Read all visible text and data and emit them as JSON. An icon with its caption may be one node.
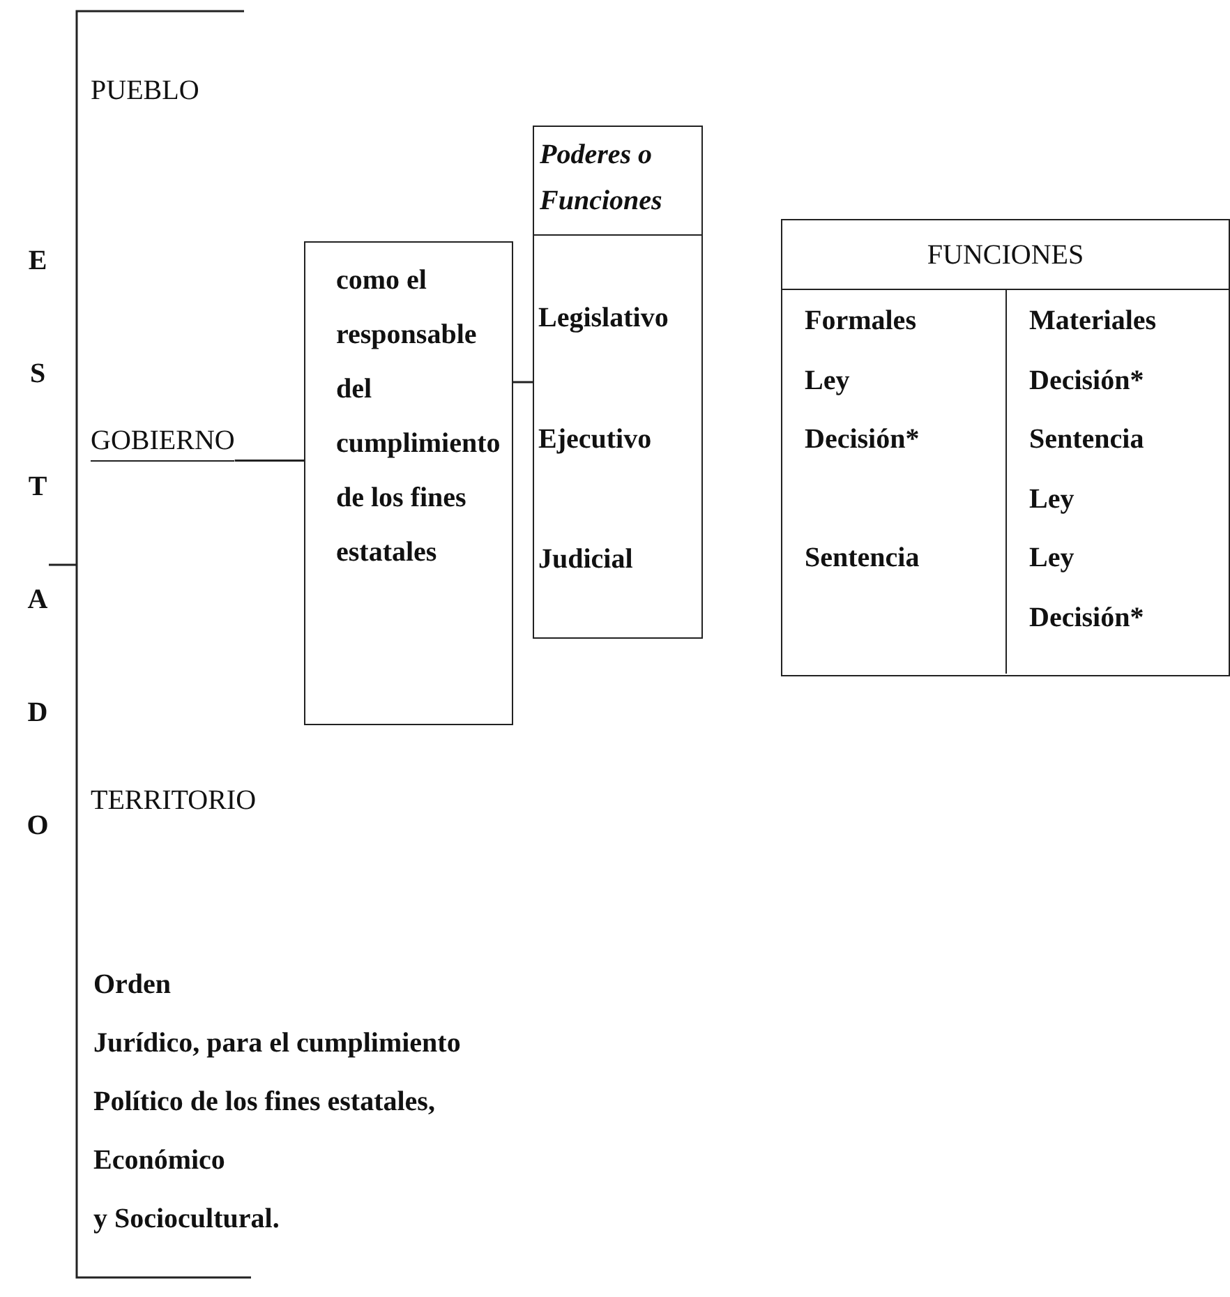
{
  "diagram": {
    "nodes": [
      {
        "text": [
          "GOBIERNO"
        ]
      },
      {
        "text": [
          "como el responsable del cumplimiento de los fines estatales"
        ]
      },
      {
        "text": [
          "Poderes o Funciones",
          "Legislativo",
          "Ejecutivo",
          "Judicial"
        ]
      },
      {
        "text": [
          "FUNCIONES"
        ]
      },
      {
        "text": [
          "Formales",
          "Ley",
          "Decisión*",
          "Sentencia"
        ],
        "in": 3
      },
      {
        "text": [
          "Materiales",
          "Decisión*",
          "Sentencia",
          "Ley",
          "Ley",
          "Decisión*"
        ],
        "in": 3
      }
    ],
    "edges": [
      {
        "from": 0,
        "to": 1,
        "arrow": "none"
      },
      {
        "from": 1,
        "to": 2,
        "arrow": "none"
      }
    ],
    "labels": [
      "ESTADO",
      "PUEBLO",
      "TERRITORIO",
      "Orden",
      "Jurídico, para el cumplimiento",
      "Político de los fines estatales,",
      "Económico",
      "y Sociocultural."
    ]
  }
}
